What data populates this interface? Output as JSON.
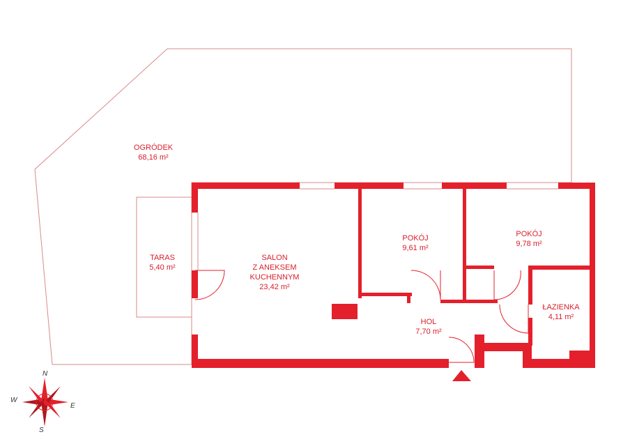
{
  "rooms": {
    "ogrodek": {
      "name": "OGRÓDEK",
      "area": "68,16 m²"
    },
    "taras": {
      "name": "TARAS",
      "area": "5,40 m²"
    },
    "salon": {
      "line1": "SALON",
      "line2": "Z ANEKSEM",
      "line3": "KUCHENNYM",
      "area": "23,42 m²"
    },
    "pokoj1": {
      "name": "POKÓJ",
      "area": "9,61 m²"
    },
    "pokoj2": {
      "name": "POKÓJ",
      "area": "9,78 m²"
    },
    "hol": {
      "name": "HOL",
      "area": "7,70 m²"
    },
    "lazienka": {
      "name": "ŁAZIENKA",
      "area": "4,11 m²"
    }
  },
  "compass": {
    "n": "N",
    "s": "S",
    "e": "E",
    "w": "W"
  },
  "colors": {
    "wall": "#e3202b",
    "outline": "#d98a8a",
    "text": "#d81e2a"
  }
}
